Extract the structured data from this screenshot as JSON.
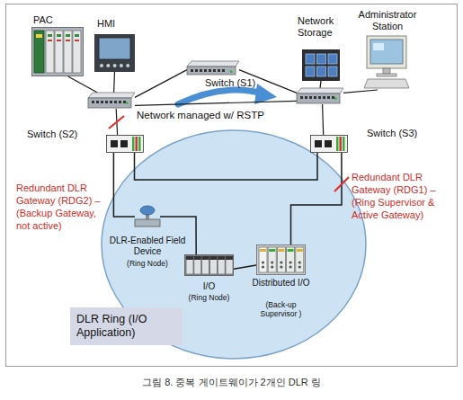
{
  "diagram": {
    "caption": "그림 8. 중복 게이트웨이가 2개인 DLR 링",
    "nodes": [
      {
        "text": [
          "PAC"
        ]
      },
      {
        "text": [
          "HMI"
        ]
      },
      {
        "text": [
          "Switch (S1)"
        ]
      },
      {
        "text": [
          "Network Storage"
        ]
      },
      {
        "text": [
          "Administrator Station"
        ]
      },
      {
        "text": [
          "Switch (S2)"
        ]
      },
      {
        "text": [
          "Switch (S3)"
        ]
      },
      {
        "text": [
          "Redundant DLR Gateway (RDG2) – (Backup Gateway, not active)"
        ]
      },
      {
        "text": [
          "Redundant DLR Gateway (RDG1) – (Ring Supervisor & Active Gateway)"
        ]
      },
      {
        "text": [
          "DLR-Enabled Field Device",
          "(Ring Node)"
        ]
      },
      {
        "text": [
          "I/O",
          "(Ring Node)"
        ]
      },
      {
        "text": [
          "Distributed I/O",
          "(Back-up Supervisor )"
        ]
      },
      {
        "text": [
          "DLR Ring (I/O Application)"
        ]
      }
    ],
    "edges": [
      {
        "from": 0,
        "to": 5,
        "arrow": "none"
      },
      {
        "from": 1,
        "to": 5,
        "arrow": "none"
      },
      {
        "from": 5,
        "to": 2,
        "arrow": "none"
      },
      {
        "from": 2,
        "to": 6,
        "arrow": "none"
      },
      {
        "from": 5,
        "to": 6,
        "arrow": "none"
      },
      {
        "from": 3,
        "to": 6,
        "arrow": "none"
      },
      {
        "from": 4,
        "to": 6,
        "arrow": "none"
      },
      {
        "from": 5,
        "to": 7,
        "arrow": "none"
      },
      {
        "from": 6,
        "to": 8,
        "arrow": "none"
      },
      {
        "from": 7,
        "to": 9,
        "arrow": "none"
      },
      {
        "from": 9,
        "to": 10,
        "arrow": "none"
      },
      {
        "from": 10,
        "to": 11,
        "arrow": "none"
      },
      {
        "from": 11,
        "to": 8,
        "arrow": "none"
      },
      {
        "from": 7,
        "to": 8,
        "arrow": "none"
      }
    ],
    "labels": [
      "Network managed w/ RSTP"
    ]
  }
}
